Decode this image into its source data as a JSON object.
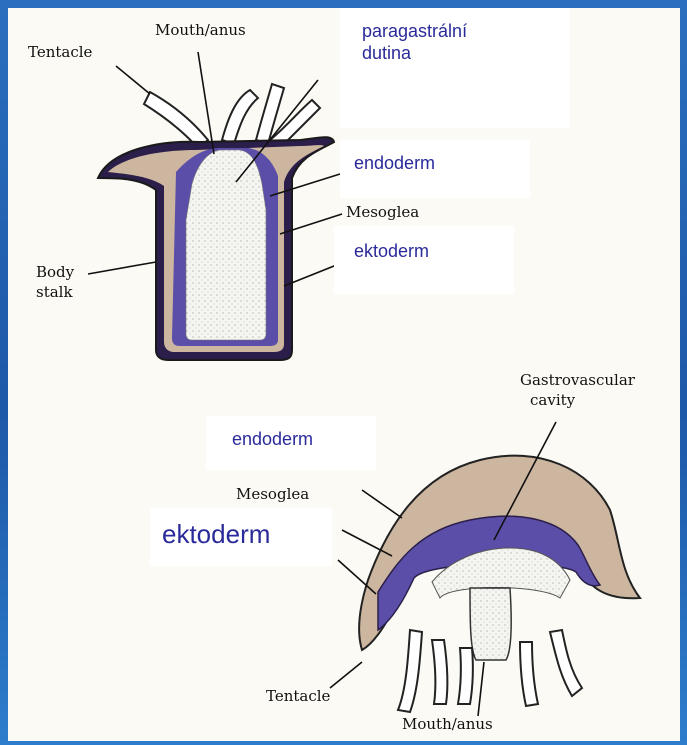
{
  "polyp": {
    "labels": {
      "tentacle": "Tentacle",
      "mouth_anus": "Mouth/anus",
      "mesoglea": "Mesoglea",
      "body_stalk_line1": "Body",
      "body_stalk_line2": "stalk"
    },
    "overlays": {
      "paragastral_line1": "paragastrální",
      "paragastral_line2": "dutina",
      "endoderm": "endoderm",
      "ektoderm": "ektoderm"
    }
  },
  "medusa": {
    "labels": {
      "gastrovascular_line1": "Gastrovascular",
      "gastrovascular_line2": "cavity",
      "mesoglea": "Mesoglea",
      "tentacle": "Tentacle",
      "mouth_anus": "Mouth/anus"
    },
    "overlays": {
      "endoderm": "endoderm",
      "ektoderm": "ektoderm"
    }
  },
  "colors": {
    "background_blue": "#1f5fae",
    "panel": "#fbfaf4",
    "mesoglea_tan": "#cdb6a0",
    "endoderm_purple": "#5a4ea8",
    "overlay_text": "#2a2a9a",
    "interior_stipple": "#f2f2ee"
  }
}
